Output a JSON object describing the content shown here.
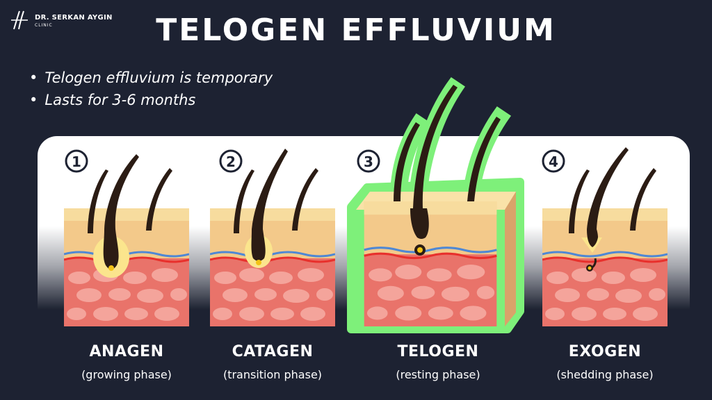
{
  "logo": {
    "name": "DR. SERKAN AYGIN",
    "sub": "CLINIC"
  },
  "title": "TELOGEN EFFLUVIUM",
  "bullets": [
    "Telogen effluvium is temporary",
    "Lasts for 3-6 months"
  ],
  "stages": [
    {
      "number": "1",
      "name": "ANAGEN",
      "description": "(growing phase)"
    },
    {
      "number": "2",
      "name": "CATAGEN",
      "description": "(transition phase)"
    },
    {
      "number": "3",
      "name": "TELOGEN",
      "description": "(resting phase)",
      "highlight": true
    },
    {
      "number": "4",
      "name": "EXOGEN",
      "description": "(shedding phase)"
    }
  ],
  "colors": {
    "background": "#1d2232",
    "highlight": "#7ef07a",
    "hair": "#2b1c14",
    "epidermis": "#f3c98a",
    "dermis": "#e9736a"
  }
}
